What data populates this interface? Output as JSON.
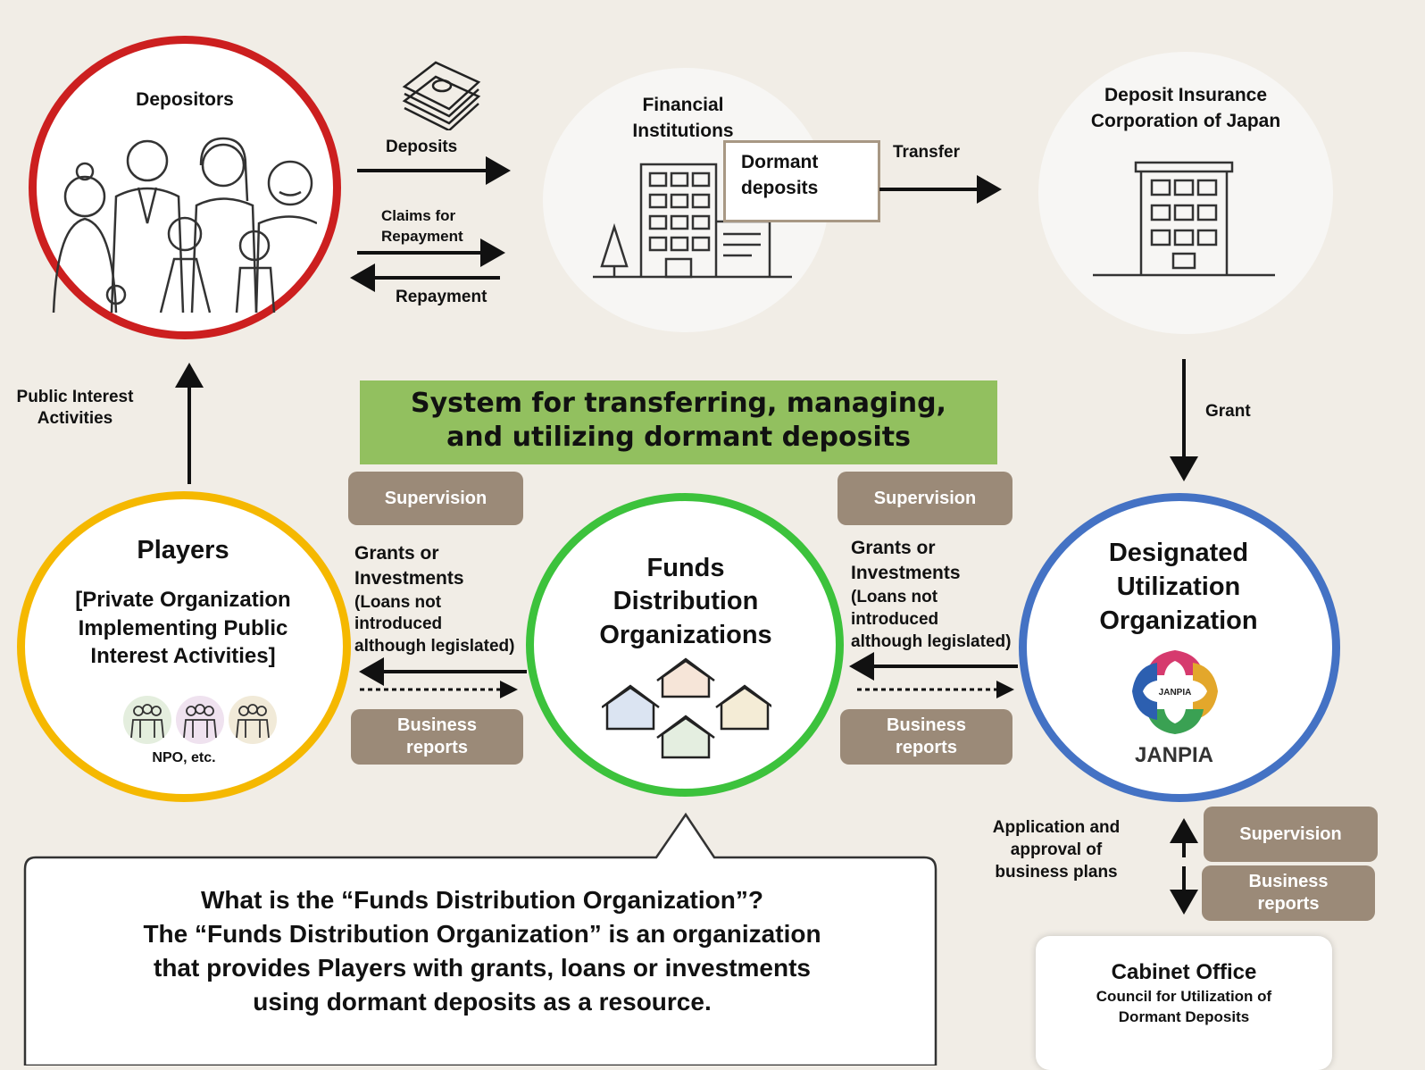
{
  "title_banner": {
    "line1": "System for transferring, managing,",
    "line2": "and utilizing dormant deposits",
    "color": "#92c05f"
  },
  "nodes": {
    "depositors": {
      "label": "Depositors",
      "border_color": "#cc1f1f"
    },
    "financial_institutions": {
      "line1": "Financial",
      "line2": "Institutions"
    },
    "dormant_box": {
      "line1": "Dormant",
      "line2": "deposits"
    },
    "dic": {
      "line1": "Deposit Insurance",
      "line2": "Corporation of Japan"
    },
    "players": {
      "title": "Players",
      "sub1": "[Private Organization",
      "sub2": "Implementing Public",
      "sub3": "Interest Activities]",
      "caption": "NPO, etc.",
      "border_color": "#f5b800"
    },
    "fdo": {
      "line1": "Funds",
      "line2": "Distribution",
      "line3": "Organizations",
      "border_color": "#3cc23c"
    },
    "duo": {
      "line1": "Designated",
      "line2": "Utilization",
      "line3": "Organization",
      "logo_inner": "JANPIA",
      "logo_text": "JANPIA",
      "border_color": "#4472c4"
    },
    "cabinet": {
      "title": "Cabinet Office",
      "sub1": "Council for Utilization  of",
      "sub2": "Dormant Deposits"
    }
  },
  "flows": {
    "deposits": "Deposits",
    "claims_line1": "Claims for",
    "claims_line2": "Repayment",
    "repayment": "Repayment",
    "transfer": "Transfer",
    "grant": "Grant",
    "public_interest_line1": "Public  Interest",
    "public_interest_line2": "Activities",
    "grants_left": {
      "l1": "Grants or",
      "l2": "Investments",
      "l3": "(Loans not",
      "l4": "introduced",
      "l5": "although  legislated)"
    },
    "grants_right": {
      "l1": "Grants or",
      "l2": "Investments",
      "l3": "(Loans not",
      "l4": "introduced",
      "l5": "although  legislated)"
    },
    "application_line1": "Application  and",
    "application_line2": "approval  of",
    "application_line3": "business  plans"
  },
  "pills": {
    "supervision_left": "Supervision",
    "supervision_right": "Supervision",
    "supervision_bottom": "Supervision",
    "reports_left_l1": "Business",
    "reports_left_l2": "reports",
    "reports_right_l1": "Business",
    "reports_right_l2": "reports",
    "reports_bottom_l1": "Business",
    "reports_bottom_l2": "reports"
  },
  "callout": {
    "line1": "What is the “Funds Distribution Organization”?",
    "line2": "The “Funds Distribution  Organization”  is an organization",
    "line3": "that provides Players with grants, loans or investments",
    "line4": "using dormant deposits as a resource."
  }
}
